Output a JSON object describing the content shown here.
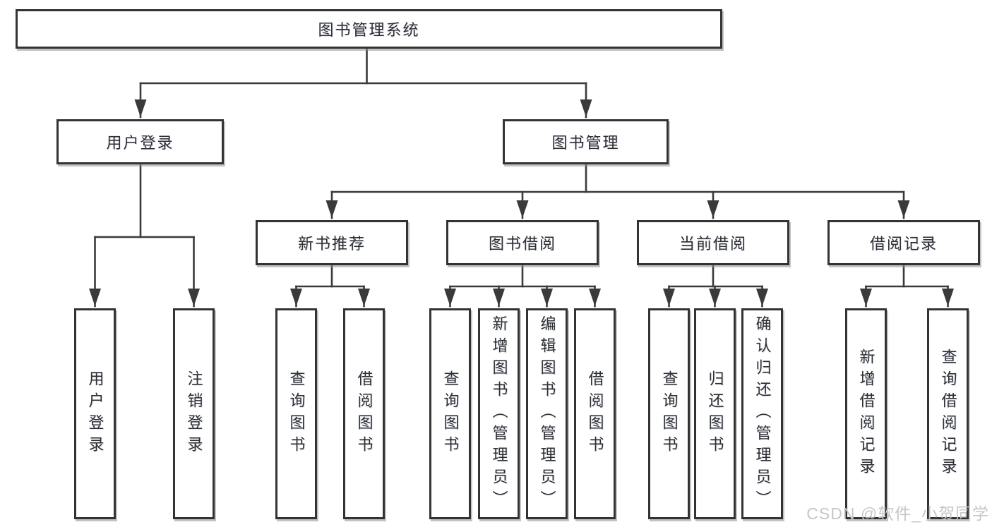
{
  "nodes": {
    "root": "图书管理系统",
    "level2": [
      {
        "label": "用户登录"
      },
      {
        "label": "图书管理"
      }
    ],
    "level3": [
      {
        "label": "新书推荐",
        "parent": "图书管理"
      },
      {
        "label": "图书借阅",
        "parent": "图书管理"
      },
      {
        "label": "当前借阅",
        "parent": "图书管理"
      },
      {
        "label": "借阅记录",
        "parent": "图书管理"
      }
    ],
    "level4": [
      {
        "label": "用户登录",
        "parent": "用户登录"
      },
      {
        "label": "注销登录",
        "parent": "用户登录"
      },
      {
        "label": "查询图书",
        "parent": "新书推荐"
      },
      {
        "label": "借阅图书",
        "parent": "新书推荐"
      },
      {
        "label": "查询图书",
        "parent": "图书借阅"
      },
      {
        "label": "新增图书（管理员）",
        "parent": "图书借阅"
      },
      {
        "label": "编辑图书（管理员）",
        "parent": "图书借阅"
      },
      {
        "label": "借阅图书",
        "parent": "图书借阅"
      },
      {
        "label": "查询图书",
        "parent": "当前借阅"
      },
      {
        "label": "归还图书",
        "parent": "当前借阅"
      },
      {
        "label": "确认归还（管理员）",
        "parent": "当前借阅"
      },
      {
        "label": "新增借阅记录",
        "parent": "借阅记录"
      },
      {
        "label": "查询借阅记录",
        "parent": "借阅记录"
      }
    ]
  },
  "watermark": "CSDN @软件_小贺同学",
  "colors": {
    "line": "#3a3a3a",
    "border": "#333333",
    "text": "#2e2e2e",
    "box-fill": "#ffffff",
    "watermark": "#c6c6c6",
    "background": "#ffffff"
  }
}
